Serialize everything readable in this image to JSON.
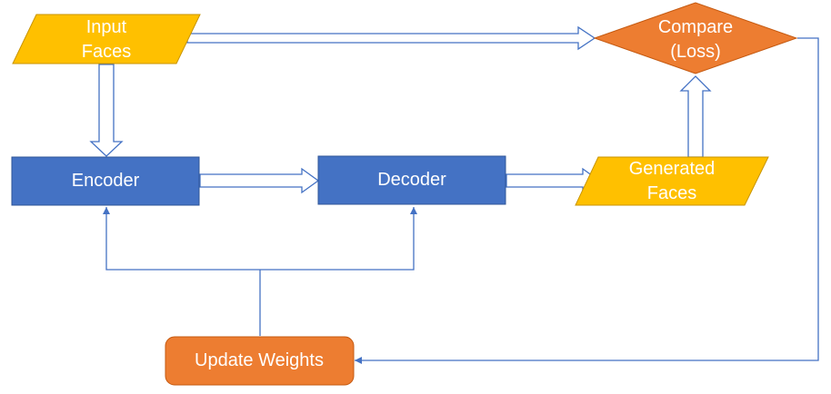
{
  "nodes": {
    "input_faces": {
      "line1": "Input",
      "line2": "Faces"
    },
    "encoder": {
      "label": "Encoder"
    },
    "decoder": {
      "label": "Decoder"
    },
    "generated_faces": {
      "line1": "Generated",
      "line2": "Faces"
    },
    "compare": {
      "line1": "Compare",
      "line2": "(Loss)"
    },
    "update_weights": {
      "label": "Update Weights"
    }
  },
  "colors": {
    "parallelogram_fill": "#ffc000",
    "parallelogram_stroke": "#c89400",
    "process_fill": "#4472c4",
    "process_stroke": "#2f5597",
    "decision_fill": "#ed7d31",
    "decision_stroke": "#c55a11",
    "arrow_stroke": "#4472c4"
  }
}
